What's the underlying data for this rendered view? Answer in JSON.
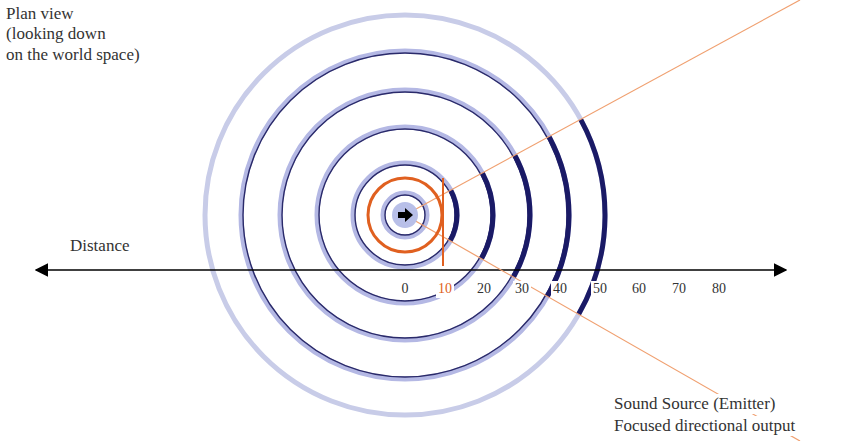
{
  "diagram": {
    "labels": [
      "Plan view (looking down on the world space)",
      "Distance",
      "0",
      "10",
      "20",
      "30",
      "40",
      "50",
      "60",
      "70",
      "80",
      "Sound Source (Emitter)",
      "Focused directional output"
    ]
  }
}
